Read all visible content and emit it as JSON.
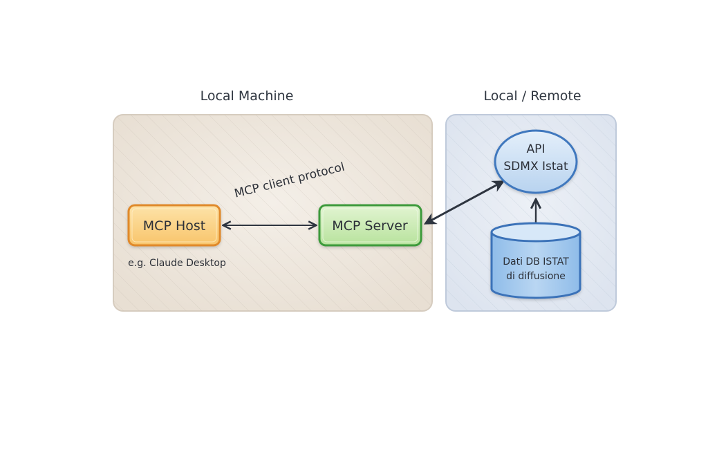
{
  "regions": {
    "local": {
      "title": "Local Machine"
    },
    "remote": {
      "title": "Local / Remote"
    }
  },
  "nodes": {
    "host": {
      "label": "MCP Host",
      "caption": "e.g. Claude Desktop"
    },
    "server": {
      "label": "MCP Server"
    },
    "api": {
      "line1": "API",
      "line2": "SDMX Istat"
    },
    "db": {
      "line1": "Dati DB ISTAT",
      "line2": "di diffusione"
    }
  },
  "edges": {
    "host_server": {
      "label": "MCP client protocol",
      "direction": "bidirectional"
    },
    "server_api": {
      "direction": "bidirectional"
    },
    "db_api": {
      "direction": "db-to-api"
    }
  },
  "colors": {
    "local_bg": "#ede6dc",
    "remote_bg": "#e3e9f2",
    "host_fill": "#fbd38a",
    "host_stroke": "#e0892a",
    "server_fill": "#cdebb8",
    "server_stroke": "#3c9a3a",
    "api_fill": "#cfe1f4",
    "api_stroke": "#3f78be",
    "db_fill": "#a9cdef",
    "db_stroke": "#3b72b8",
    "arrow": "#2e3540"
  }
}
